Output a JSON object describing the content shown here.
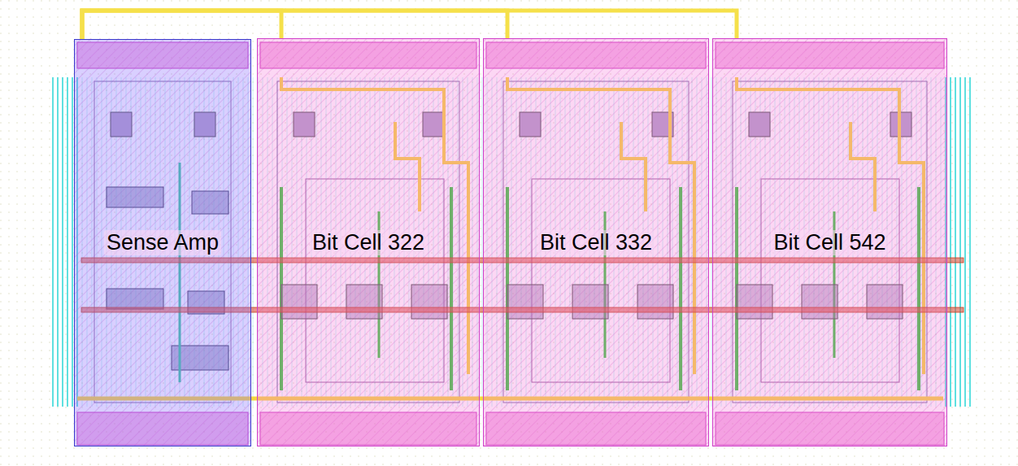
{
  "diagram": {
    "nodes": [
      {
        "text": [
          "Sense Amp"
        ]
      },
      {
        "text": [
          "Bit Cell 322"
        ]
      },
      {
        "text": [
          "Bit Cell 332"
        ]
      },
      {
        "text": [
          "Bit Cell 542"
        ]
      }
    ],
    "edges": [
      {
        "from": 0,
        "to": 1,
        "arrow": "none"
      },
      {
        "from": 0,
        "to": 2,
        "arrow": "none"
      },
      {
        "from": 0,
        "to": 3,
        "arrow": "none"
      }
    ]
  }
}
